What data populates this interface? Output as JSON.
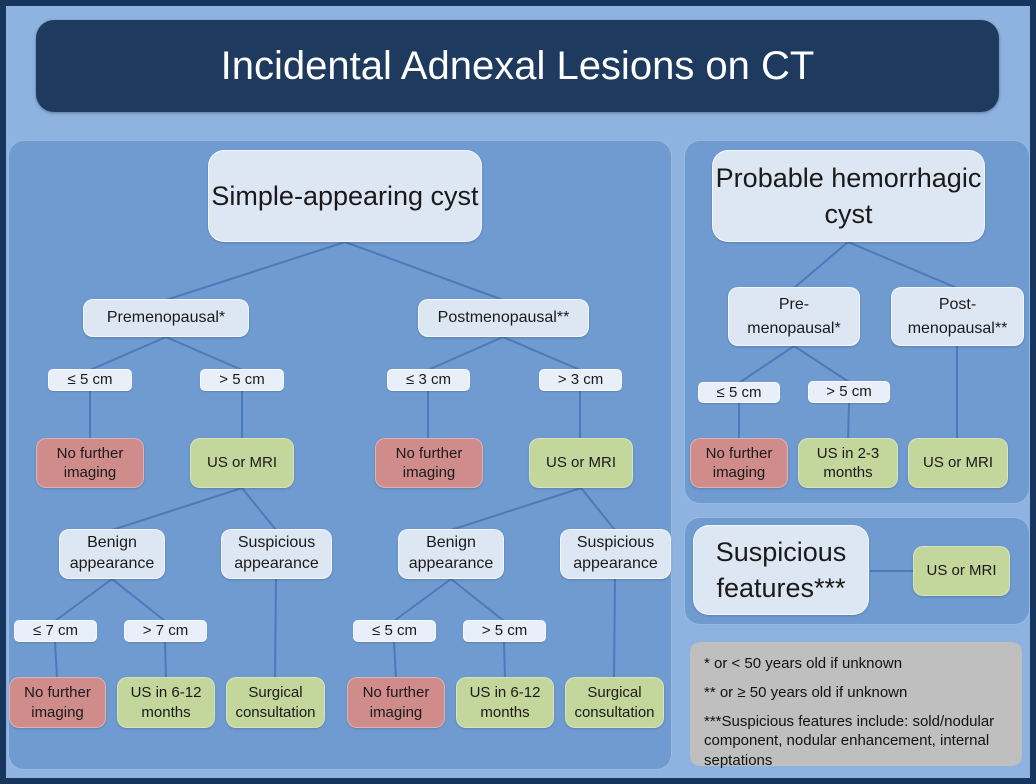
{
  "title": "Incidental Adnexal Lesions on CT",
  "colors": {
    "frame": "#17365d",
    "background": "#8fb3e0",
    "panel": "#6f9bd1",
    "title_bar": "#1e3a5f",
    "title_text": "#ffffff",
    "node_fill": "#dde7f3",
    "size_fill": "#e9eff8",
    "stop_fill": "#d08c8b",
    "action_fill": "#c3d69b",
    "note_fill": "#bfbfbf",
    "line": "#4a7ab8",
    "text": "#1a1a1a"
  },
  "simple_cyst": {
    "root": "Simple-appearing cyst",
    "premenopausal": {
      "label": "Premenopausal*",
      "size_small": "≤ 5 cm",
      "size_small_result": "No further imaging",
      "size_large": "> 5 cm",
      "size_large_result": "US or MRI",
      "benign": {
        "label": "Benign appearance",
        "size_small": "≤ 7 cm",
        "size_small_result": "No further imaging",
        "size_large": "> 7 cm",
        "size_large_result": "US in 6-12 months"
      },
      "suspicious": {
        "label": "Suspicious appearance",
        "result": "Surgical consultation"
      }
    },
    "postmenopausal": {
      "label": "Postmenopausal**",
      "size_small": "≤ 3 cm",
      "size_small_result": "No further imaging",
      "size_large": "> 3 cm",
      "size_large_result": "US or MRI",
      "benign": {
        "label": "Benign appearance",
        "size_small": "≤ 5 cm",
        "size_small_result": "No further imaging",
        "size_large": "> 5 cm",
        "size_large_result": "US in 6-12 months"
      },
      "suspicious": {
        "label": "Suspicious appearance",
        "result": "Surgical consultation"
      }
    }
  },
  "hemorrhagic_cyst": {
    "root": "Probable hemorrhagic cyst",
    "premenopausal": {
      "label": "Pre-menopausal*",
      "size_small": "≤ 5 cm",
      "size_small_result": "No further imaging",
      "size_large": "> 5 cm",
      "size_large_result": "US in 2-3 months"
    },
    "postmenopausal": {
      "label": "Post-menopausal**",
      "result": "US or MRI"
    }
  },
  "suspicious_features": {
    "label": "Suspicious features***",
    "result": "US or MRI"
  },
  "footnotes": [
    "* or < 50 years old if unknown",
    "** or ≥ 50 years old if unknown",
    "***Suspicious features include: sold/nodular component, nodular enhancement, internal septations"
  ]
}
